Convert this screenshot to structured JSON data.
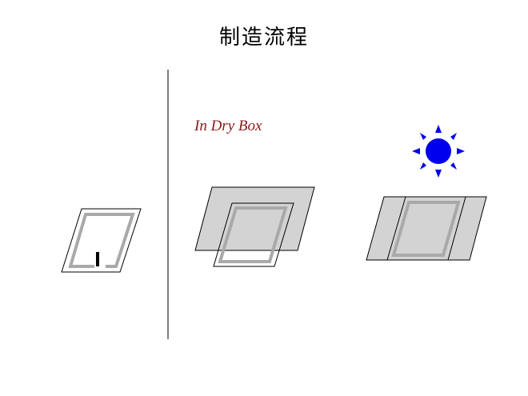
{
  "slide": {
    "title": "制造流程"
  },
  "dry_box_label": {
    "text": "In Dry Box",
    "color": "#8b1a1a"
  },
  "colors": {
    "panel_fill": "#d3d3d3",
    "frame_gray": "#a9a9a9",
    "outline": "#000000",
    "sun": "#0000ee"
  },
  "steps": [
    {
      "step": 1,
      "content": "substrate-with-frame-and-lead"
    },
    {
      "step": 2,
      "content": "cover-sheet-over-substrate",
      "environment": "dry-box"
    },
    {
      "step": 3,
      "content": "laminated-sheet-under-light",
      "icon": "sun-icon"
    }
  ]
}
